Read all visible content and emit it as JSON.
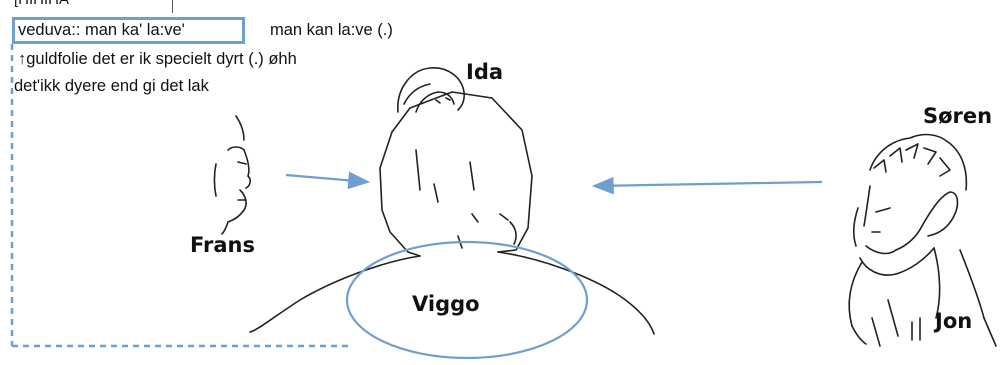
{
  "transcript": {
    "header_fragment": "[HIHIHA",
    "highlighted_utterance": "veduva:: man ka' la:ve'",
    "utterance_1_continued": "man kan la:ve (.)",
    "utterance_2": "↑guldfolie det er ik specielt dyrt (.) øhh",
    "utterance_3": "det'ikk dyere end gi det lak"
  },
  "participants": {
    "ida": "Ida",
    "soren": "Søren",
    "frans": "Frans",
    "viggo": "Viggo",
    "jon": "Jon"
  },
  "colors": {
    "highlight": "#6f9fd0",
    "arrow": "#6f9fd0",
    "sketch_line": "#222222"
  }
}
